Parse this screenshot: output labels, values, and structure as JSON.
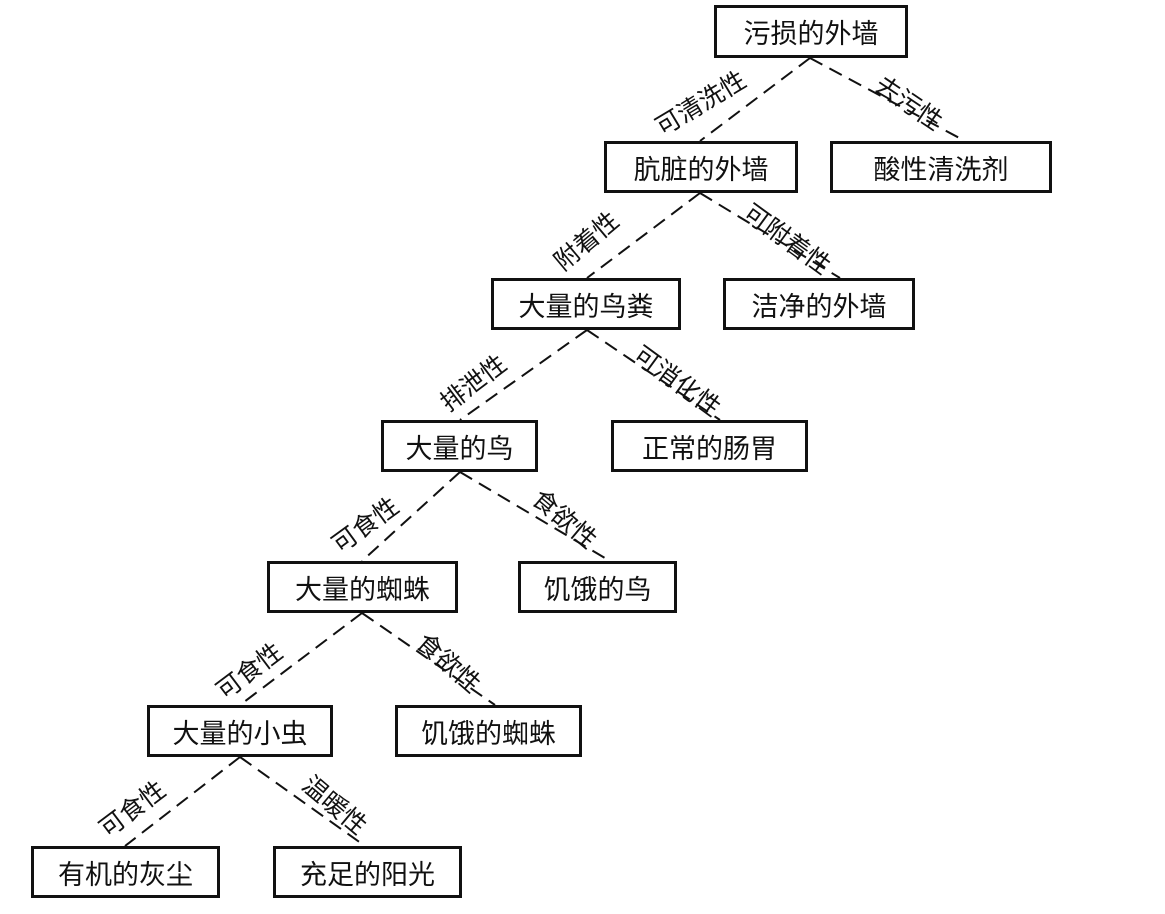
{
  "colors": {
    "stroke": "#111111",
    "text": "#111111",
    "background": "#ffffff"
  },
  "nodes": {
    "n1": "污损的外墙",
    "n2": "肮脏的外墙",
    "n3": "酸性清洗剂",
    "n4": "大量的鸟粪",
    "n5": "洁净的外墙",
    "n6": "大量的鸟",
    "n7": "正常的肠胃",
    "n8": "大量的蜘蛛",
    "n9": "饥饿的鸟",
    "n10": "大量的小虫",
    "n11": "饥饿的蜘蛛",
    "n12": "有机的灰尘",
    "n13": "充足的阳光"
  },
  "edges": {
    "e1": "可清洗性",
    "e2": "去污性",
    "e3": "附着性",
    "e4": "可附着性",
    "e5": "排泄性",
    "e6": "可消化性",
    "e7": "可食性",
    "e8": "食欲性",
    "e9": "可食性",
    "e10": "食欲性",
    "e11": "可食性",
    "e12": "温暖性"
  }
}
